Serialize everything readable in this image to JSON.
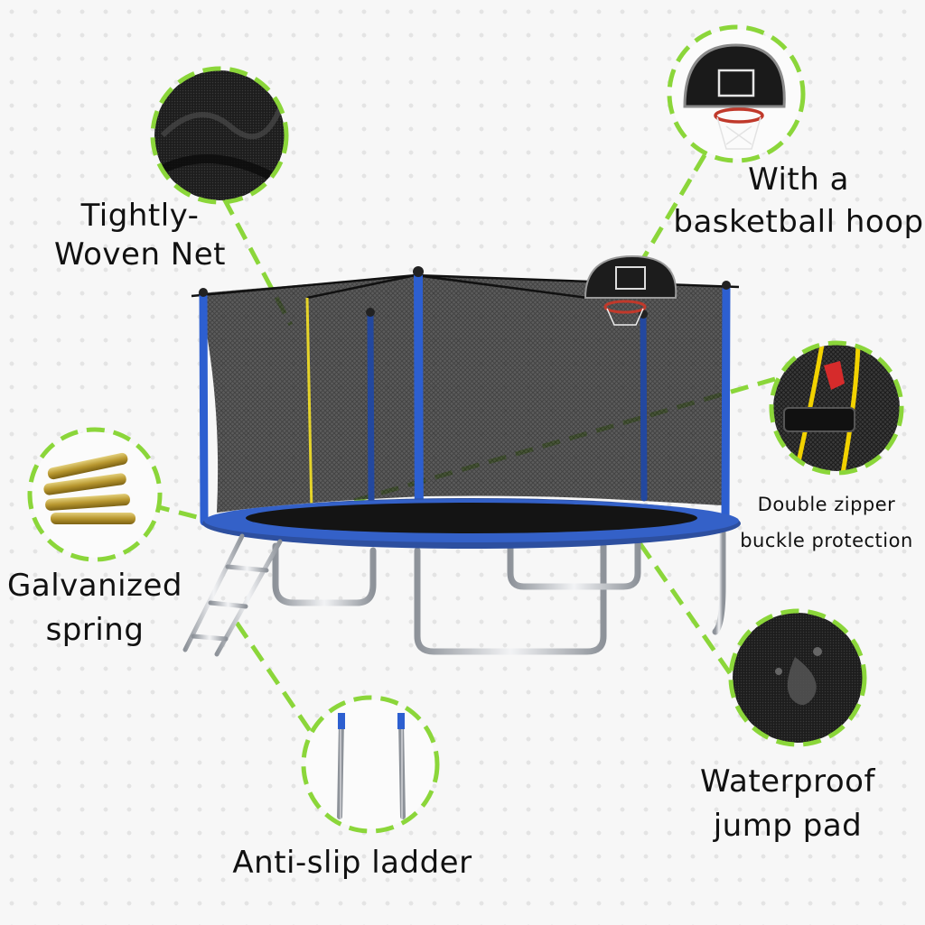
{
  "callouts": {
    "net": {
      "line1": "Tightly-",
      "line2": "Woven Net"
    },
    "hoop": {
      "line1": "With a",
      "line2": "basketball hoop"
    },
    "zipper": {
      "line1": "Double zipper",
      "line2": "buckle protection"
    },
    "spring": {
      "line1": "Galvanized",
      "line2": "spring"
    },
    "pad": {
      "line1": "Waterproof",
      "line2": "jump pad"
    },
    "ladder": {
      "line1": "Anti-slip ladder"
    }
  },
  "colors": {
    "callout_ring": "#8bd63a",
    "frame_blue": "#2d5fd0",
    "mat_blue": "#284a9c",
    "net": "#2b2b2b",
    "steel": "#c9ccd1"
  }
}
